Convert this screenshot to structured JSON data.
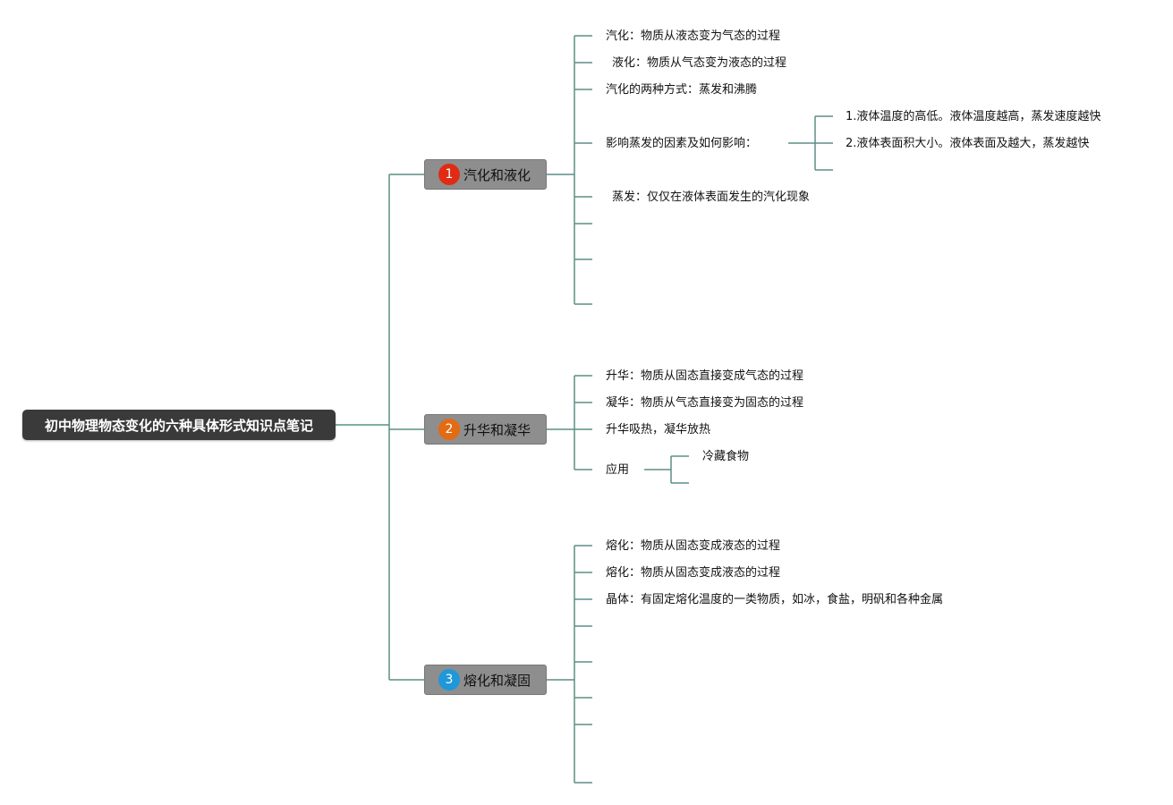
{
  "root": {
    "title": "初中物理物态变化的六种具体形式知识点笔记"
  },
  "colors": {
    "line": "#5b8f86",
    "badge1": "#e02c14",
    "badge2": "#e46a14",
    "badge3": "#1f97d9"
  },
  "branches": [
    {
      "number": "1",
      "label": "汽化和液化",
      "items": [
        "汽化：物质从液态变为气态的过程",
        "液化：物质从气态变为液态的过程",
        "汽化的两种方式：蒸发和沸腾",
        "影响蒸发的因素及如何影响：",
        "蒸发：仅仅在液体表面发生的汽化现象"
      ],
      "sub": [
        "1.液体温度的高低。液体温度越高，蒸发速度越快",
        "2.液体表面积大小。液体表面及越大，蒸发越快"
      ]
    },
    {
      "number": "2",
      "label": "升华和凝华",
      "items": [
        "升华：物质从固态直接变成气态的过程",
        "凝华：物质从气态直接变为固态的过程",
        "升华吸热，凝华放热",
        "应用"
      ],
      "sub": [
        "冷藏食物"
      ]
    },
    {
      "number": "3",
      "label": "熔化和凝固",
      "items": [
        "熔化：物质从固态变成液态的过程",
        "熔化：物质从固态变成液态的过程",
        "晶体：有固定熔化温度的一类物质，如冰，食盐，明矾和各种金属"
      ]
    }
  ]
}
